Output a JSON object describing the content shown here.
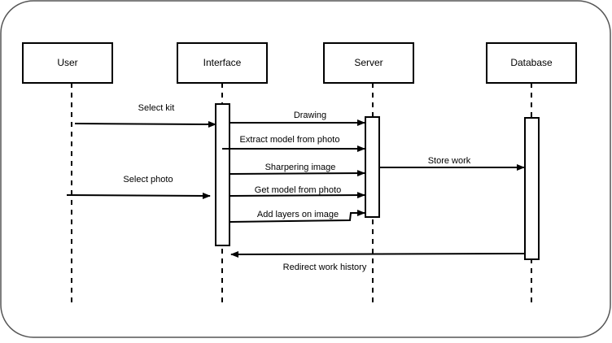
{
  "diagram": {
    "type": "sequence",
    "participants": [
      {
        "id": "user",
        "label": "User"
      },
      {
        "id": "interface",
        "label": "Interface"
      },
      {
        "id": "server",
        "label": "Server"
      },
      {
        "id": "database",
        "label": "Database"
      }
    ],
    "messages": [
      {
        "id": "select-kit",
        "label": "Select kit",
        "from": "user",
        "to": "interface"
      },
      {
        "id": "drawing",
        "label": "Drawing",
        "from": "interface",
        "to": "server"
      },
      {
        "id": "extract-model-from-photo",
        "label": "Extract model from photo",
        "from": "interface",
        "to": "server"
      },
      {
        "id": "store-work",
        "label": "Store work",
        "from": "server",
        "to": "database"
      },
      {
        "id": "sharpering-image",
        "label": "Sharpering image",
        "from": "interface",
        "to": "server"
      },
      {
        "id": "select-photo",
        "label": "Select photo",
        "from": "user",
        "to": "interface"
      },
      {
        "id": "get-model-from-photo",
        "label": "Get model from photo",
        "from": "interface",
        "to": "server"
      },
      {
        "id": "add-layers-on-image",
        "label": "Add layers on image",
        "from": "interface",
        "to": "server"
      },
      {
        "id": "redirect-work-history",
        "label": "Redirect work history",
        "from": "database",
        "to": "interface"
      }
    ]
  }
}
